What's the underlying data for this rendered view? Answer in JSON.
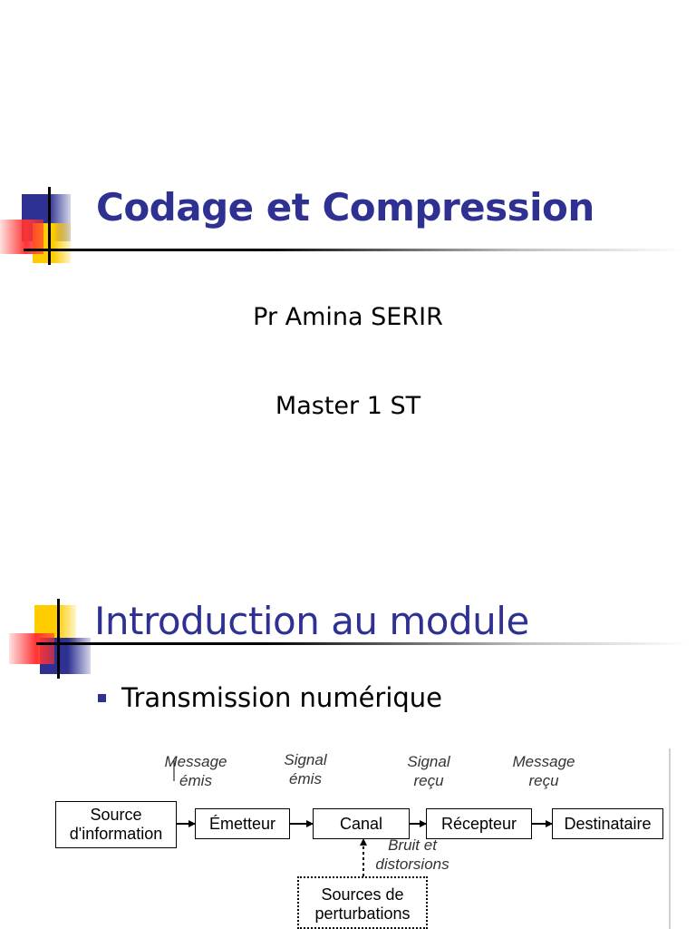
{
  "colors": {
    "title": "#2e3192",
    "deco_red": "#ff3333",
    "deco_blue": "#3333cc",
    "deco_yellow": "#ffcc00"
  },
  "slide1": {
    "title": "Codage et Compression",
    "author": "Pr Amina SERIR",
    "level": "Master 1 ST"
  },
  "slide2": {
    "title": "Introduction au module",
    "bullet": "Transmission numérique",
    "diagram": {
      "boxes": {
        "source": [
          "Source",
          "d'information"
        ],
        "emetteur": "Émetteur",
        "canal": "Canal",
        "recepteur": "Récepteur",
        "destinataire": "Destinataire",
        "perturbations": [
          "Sources de",
          "perturbations"
        ]
      },
      "labels": {
        "message_emis": [
          "Message",
          "émis"
        ],
        "signal_emis": [
          "Signal",
          "émis"
        ],
        "signal_recu": [
          "Signal",
          "reçu"
        ],
        "message_recu": [
          "Message",
          "reçu"
        ],
        "bruit": [
          "Bruit et",
          "distorsions"
        ]
      }
    }
  }
}
